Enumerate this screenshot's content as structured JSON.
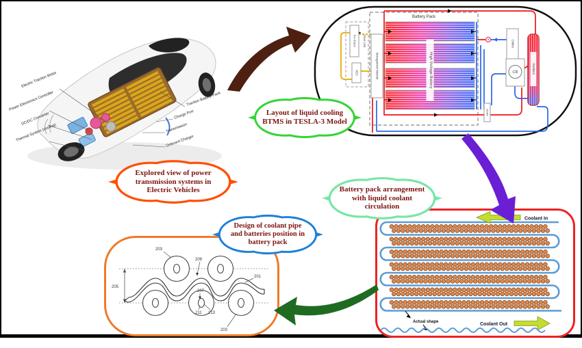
{
  "car": {
    "labels": {
      "etm": "Electric Traction Motor",
      "pec": "Power Electronics Controller",
      "dcdc": "DC/DC Converter",
      "thermal": "Thermal System (cooling)",
      "tbp": "Traction Battery Pack",
      "charge": "Charge Port",
      "trans": "Transmission",
      "onboard": "Onboard Charger"
    }
  },
  "callouts": {
    "layout": {
      "line1": "Layout of liquid cooling",
      "line2": "BTMS in TESLA-3 Model"
    },
    "explored": {
      "line1": "Explored view of power",
      "line2": "transmission systems in",
      "line3": "Electric Vehicles"
    },
    "arrangement": {
      "line1": "Battery pack arrangement",
      "line2": "with liquid coolant",
      "line3": "circulation"
    },
    "design": {
      "line1": "Design of coolant pipe",
      "line2": "and batteries position in",
      "line3": "battery pack"
    }
  },
  "schematic": {
    "battery_pack": "Battery Pack",
    "hv_battery": "High Voltage Battery",
    "inv_conv": "Inv /Conv",
    "drive_unit": "Drive Unit",
    "hex": "HEX",
    "mgmt": "Management Module",
    "chiller": "Chiller",
    "cr": "CR",
    "radiator": "Radiator",
    "adas": "ADAS"
  },
  "pack_panel": {
    "coolant_in": "Coolant In",
    "coolant_out": "Coolant Out",
    "actual_shape": "Actual shape",
    "bands": 7,
    "rows_per_band": 2,
    "cells_per_row": 35
  },
  "patent": {
    "r203_top": "203",
    "r209": "209",
    "r201": "201",
    "r205": "205",
    "r207": "207",
    "r211": "211",
    "r213": "213",
    "r203_bottom": "203"
  },
  "colors": {
    "layout_border": "#35d435",
    "explored_border": "#ff4f00",
    "arrangement_border": "#77e6a5",
    "design_border": "#1f7fd6",
    "pack_panel_border": "#ee2222",
    "patent_panel_border": "#ef7a28",
    "arrow_brown": "#4e2012",
    "arrow_purple": "#6a1fd4",
    "arrow_green": "#1f6b22",
    "coolant_arrow": "#c3dd30",
    "pipe_red": "#ee1515",
    "pipe_blue": "#2a66e8",
    "cell_fill": "#e2874a"
  }
}
